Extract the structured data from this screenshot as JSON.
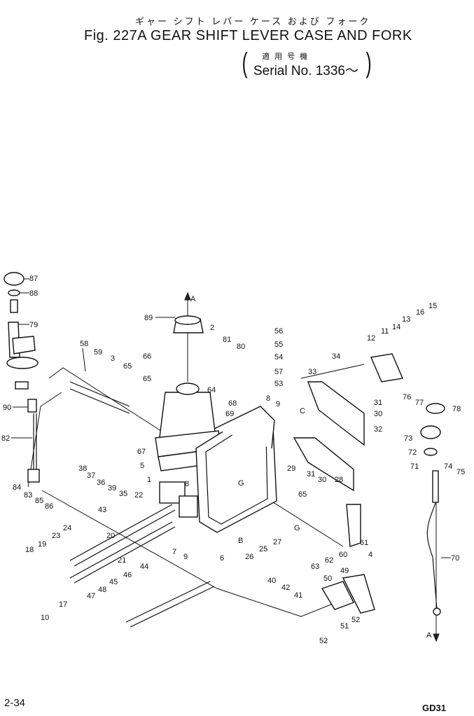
{
  "header": {
    "japanese_title": "ギャー シフト レバー ケース および フォーク",
    "title": "Fig. 227A GEAR SHIFT LEVER CASE AND FORK",
    "serial_japanese": "適 用 号 機",
    "serial": "Serial No. 1336～"
  },
  "footer": {
    "page_number": "2-34",
    "code": "GD31"
  },
  "callouts": [
    "87",
    "88",
    "79",
    "58",
    "59",
    "3",
    "65",
    "65",
    "89",
    "66",
    "2",
    "81",
    "80",
    "56",
    "55",
    "54",
    "57",
    "53",
    "68",
    "69",
    "8",
    "9",
    "34",
    "33",
    "31",
    "30",
    "32",
    "12",
    "11",
    "14",
    "13",
    "16",
    "15",
    "76",
    "77",
    "78",
    "73",
    "72",
    "74",
    "75",
    "71",
    "90",
    "82",
    "84",
    "83",
    "85",
    "86",
    "38",
    "37",
    "36",
    "39",
    "35",
    "67",
    "5",
    "1",
    "22",
    "8",
    "43",
    "24",
    "23",
    "20",
    "19",
    "18",
    "21",
    "17",
    "10",
    "7",
    "9",
    "47",
    "48",
    "45",
    "46",
    "44",
    "6",
    "29",
    "31",
    "30",
    "28",
    "65",
    "B",
    "26",
    "25",
    "27",
    "G",
    "63",
    "62",
    "60",
    "61",
    "40",
    "42",
    "41",
    "50",
    "49",
    "4",
    "52",
    "51",
    "52",
    "70",
    "C",
    "G",
    "A",
    "A"
  ]
}
